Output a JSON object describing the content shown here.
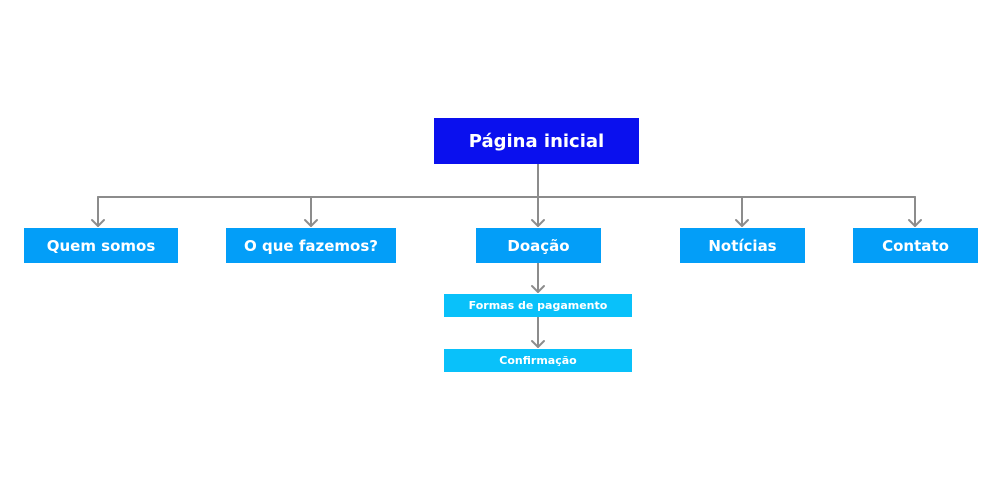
{
  "diagram": {
    "root": {
      "label": "Página inicial"
    },
    "children": [
      {
        "label": "Quem somos"
      },
      {
        "label": "O que fazemos?"
      },
      {
        "label": "Doação",
        "children": [
          {
            "label": "Formas de pagamento"
          },
          {
            "label": "Confirmação"
          }
        ]
      },
      {
        "label": "Notícias"
      },
      {
        "label": "Contato"
      }
    ]
  },
  "colors": {
    "root_fill": "#0a10ee",
    "level1_fill": "#039ef8",
    "level2_fill": "#09c1fa",
    "connector": "#8c8c8c",
    "text": "#ffffff"
  }
}
